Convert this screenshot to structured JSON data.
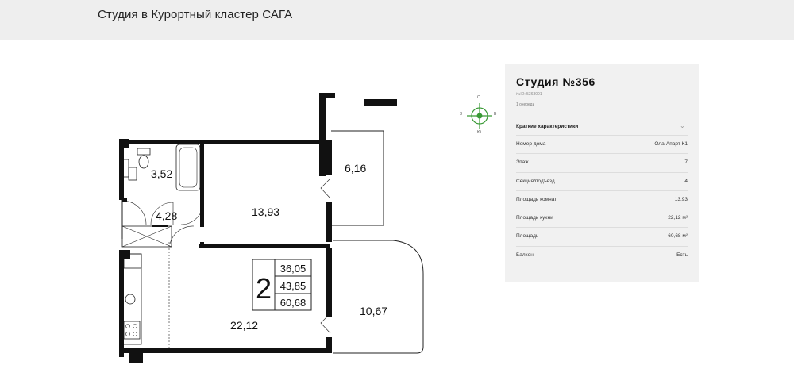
{
  "header": {
    "title": "Студия в Курортный кластер САГА"
  },
  "floorplan": {
    "rooms": {
      "bathroom": "3,52",
      "hall": "4,28",
      "room": "13,93",
      "balcony_top": "6,16",
      "kitchen": "22,12",
      "balcony_bottom": "10,67"
    },
    "legend": {
      "rooms_count": "2",
      "living_area": "36,05",
      "total_area_1": "43,85",
      "total_area_2": "60,68"
    }
  },
  "compass": {
    "north": "С",
    "south": "Ю",
    "west": "З",
    "east": "В",
    "accent": "#3a9a36"
  },
  "card": {
    "title": "Студия №356",
    "id_line": "№ID: 5363001",
    "queue": "1 очередь",
    "section_title": "Краткие характеристики",
    "rows": [
      {
        "label": "Номер дома",
        "value": "Ола-Апарт К1"
      },
      {
        "label": "Этаж",
        "value": "7"
      },
      {
        "label": "Секция/подъезд",
        "value": "4"
      },
      {
        "label": "Площадь комнат",
        "value": "13.93"
      },
      {
        "label": "Площадь кухни",
        "value": "22,12 м²"
      },
      {
        "label": "Площадь",
        "value": "60,68 м²"
      },
      {
        "label": "Балкон",
        "value": "Есть"
      }
    ]
  }
}
